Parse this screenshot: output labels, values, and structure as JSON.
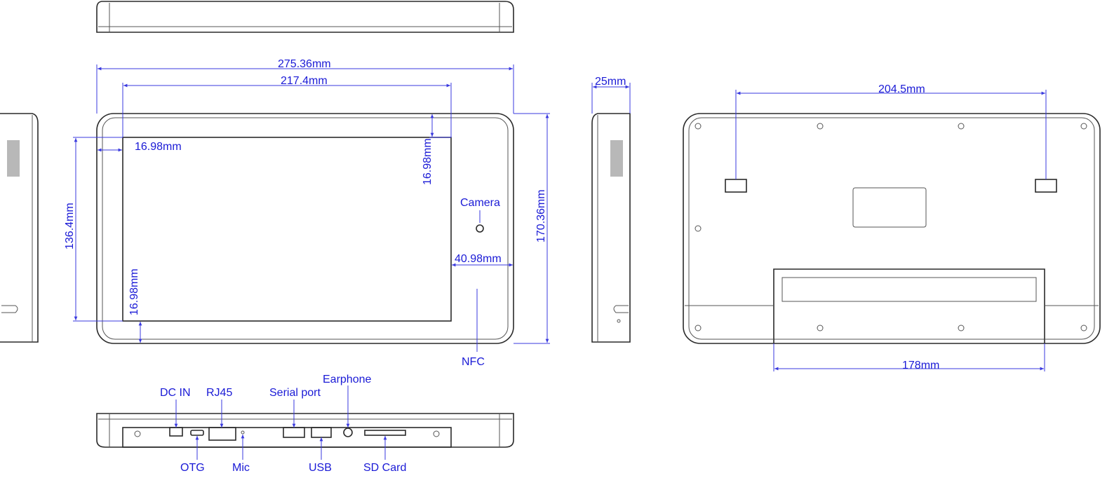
{
  "dimensions": {
    "overall_width": "275.36mm",
    "screen_width": "217.4mm",
    "left_border": "16.98mm",
    "top_border": "16.98mm",
    "bottom_border": "16.98mm",
    "right_border": "40.98mm",
    "screen_height": "136.4mm",
    "overall_height": "170.36mm",
    "depth": "25mm",
    "mount_hole_spacing": "204.5mm",
    "stand_width": "178mm"
  },
  "features": {
    "camera": "Camera",
    "nfc": "NFC"
  },
  "ports": {
    "dc_in": "DC IN",
    "rj45": "RJ45",
    "serial_port": "Serial port",
    "earphone": "Earphone",
    "otg": "OTG",
    "mic": "Mic",
    "usb": "USB",
    "sd_card": "SD Card"
  },
  "colors": {
    "dimension_blue": "#1a1ad6",
    "outline": "#2a2a2a"
  }
}
